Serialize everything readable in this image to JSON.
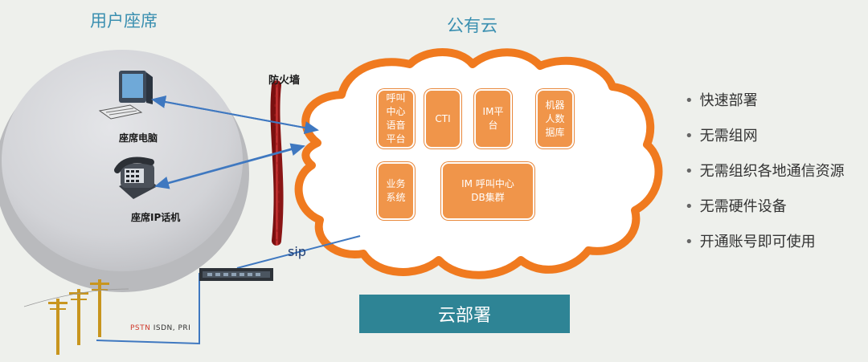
{
  "titles": {
    "user_seat": "用户座席",
    "public_cloud": "公有云"
  },
  "devices": {
    "pc": "座席电脑",
    "ip_phone": "座席IP话机"
  },
  "firewall": "防火墙",
  "sip": "sip",
  "pstn": {
    "highlight": "PSTN",
    "rest": "ISDN, PRI"
  },
  "cloud_boxes": [
    {
      "id": "call-voice-platform",
      "label": "呼叫\n中心\n语音\n平台"
    },
    {
      "id": "cti",
      "label": "CTI"
    },
    {
      "id": "im-platform",
      "label": "IM平\n台"
    },
    {
      "id": "robot-db",
      "label": "机器\n人数\n据库"
    },
    {
      "id": "business-system",
      "label": "业务\n系统"
    },
    {
      "id": "im-db-cluster",
      "label": "IM  呼叫中心\nDB集群"
    }
  ],
  "cloud_deploy_button": "云部署",
  "features": [
    "快速部署",
    "无需组网",
    "无需组织各地通信资源",
    "无需硬件设备",
    "开通账号即可使用"
  ],
  "colors": {
    "accent_blue": "#3a8fb0",
    "cloud_orange": "#f07a1f",
    "box_orange": "#f0954a",
    "button_teal": "#2e8495",
    "arrow_blue": "#3f78c0"
  }
}
